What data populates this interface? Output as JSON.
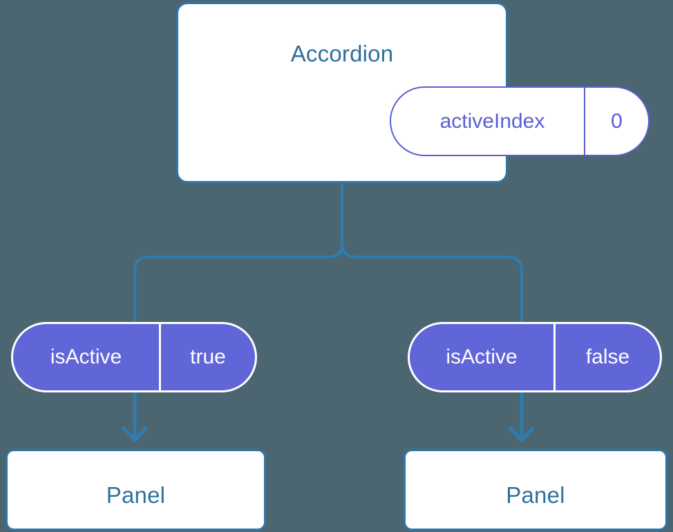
{
  "diagram": {
    "title": "Accordion component state/props tree",
    "background_color": "#4b6671",
    "accent_color": "#2f76a8",
    "pill_color": "#6066d8",
    "state_pill_color": "#5a5fd4",
    "root": {
      "name": "accordion-component",
      "label": "Accordion",
      "state": {
        "key": "activeIndex",
        "value": "0"
      }
    },
    "branches": [
      {
        "name": "branch-left",
        "prop": {
          "key": "isActive",
          "value": "true"
        },
        "child": {
          "label": "Panel"
        }
      },
      {
        "name": "branch-right",
        "prop": {
          "key": "isActive",
          "value": "false"
        },
        "child": {
          "label": "Panel"
        }
      }
    ],
    "edges": {
      "trunk_label": "",
      "arrow_label": ""
    }
  }
}
